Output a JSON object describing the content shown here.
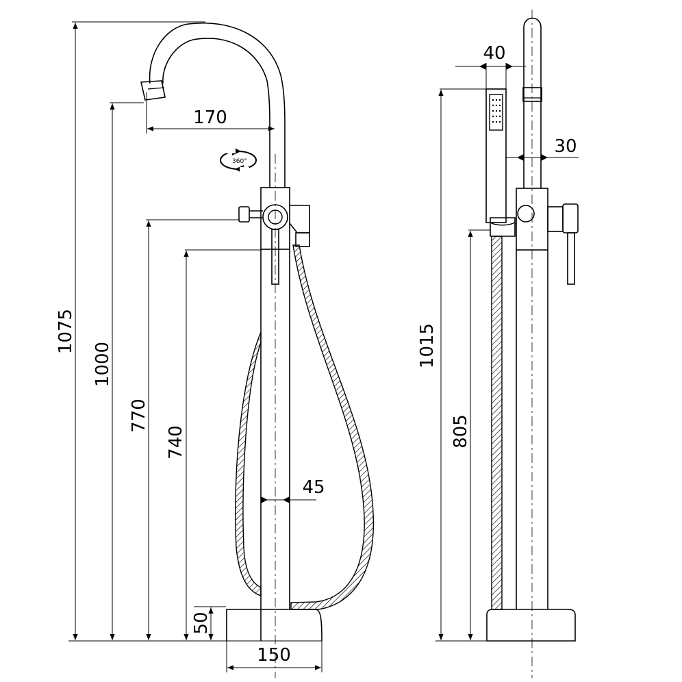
{
  "front_view": {
    "dimensions": {
      "total_height": "1075",
      "spout_height": "1000",
      "spout_reach": "170",
      "rotation": "360°",
      "valve_height": "770",
      "hose_outlet_height": "740",
      "column_diameter": "45",
      "base_height": "50",
      "base_width": "150"
    }
  },
  "side_view": {
    "dimensions": {
      "handshower_width": "40",
      "pipe_offset": "30",
      "handshower_height": "1015",
      "holder_height": "805"
    }
  },
  "colors": {
    "line": "#000000",
    "background": "#ffffff"
  }
}
